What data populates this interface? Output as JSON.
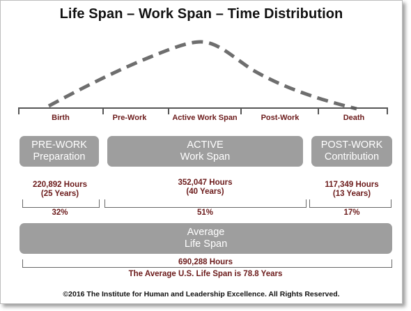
{
  "title": "Life Span – Work Span – Time Distribution",
  "stages": [
    "Birth",
    "Pre-Work",
    "Active Work Span",
    "Post-Work",
    "Death"
  ],
  "boxes": {
    "prework": {
      "line1": "PRE-WORK",
      "line2": "Preparation"
    },
    "active": {
      "line1": "ACTIVE",
      "line2": "Work Span"
    },
    "postwork": {
      "line1": "POST-WORK",
      "line2": "Contribution"
    },
    "lifespan": {
      "line1": "Average",
      "line2": "Life Span"
    }
  },
  "hours": {
    "prework": {
      "hours": "220,892 Hours",
      "years": "(25 Years)"
    },
    "active": {
      "hours": "352,047 Hours",
      "years": "(40 Years)"
    },
    "postwork": {
      "hours": "117,349 Hours",
      "years": "(13 Years)"
    }
  },
  "percentages": {
    "prework": "32%",
    "active": "51%",
    "postwork": "17%"
  },
  "total_hours": "690,288 Hours",
  "average_note": "The Average U.S. Life Span is 78.8 Years",
  "copyright": "©2016 The Institute for Human and Leadership Excellence. All Rights Reserved.",
  "colors": {
    "accent_text": "#6b1a1a",
    "box_fill": "#9e9e9e",
    "curve": "#6e6e6e"
  }
}
